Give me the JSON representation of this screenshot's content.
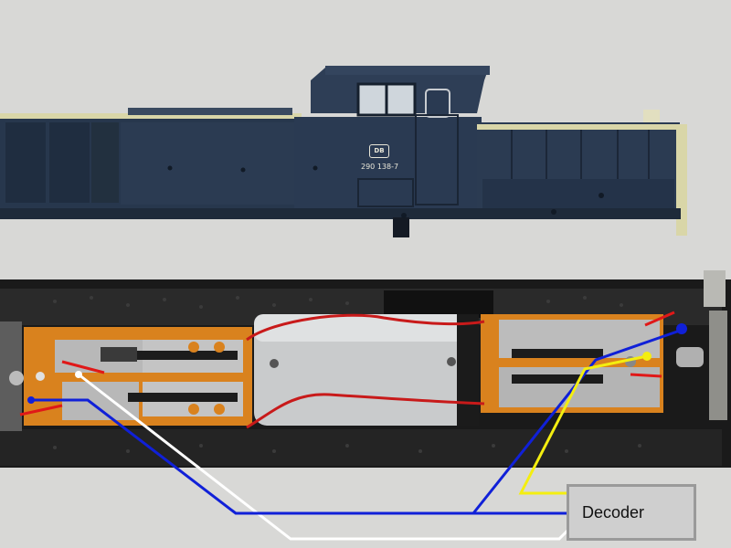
{
  "locomotive": {
    "number": "290 138-7",
    "logo": "DB"
  },
  "diagram": {
    "decoder_label": "Decoder"
  },
  "colors": {
    "body_blue": "#27374d",
    "stripe_cream": "#d9d6a8",
    "pcb_orange": "#d9821e",
    "motor_silver": "#c9cbcc",
    "wire_blue": "#1020d8",
    "wire_white": "#ffffff",
    "wire_yellow": "#f4ee10",
    "wire_red": "#e01818",
    "chassis_black": "#1a1a1a"
  }
}
